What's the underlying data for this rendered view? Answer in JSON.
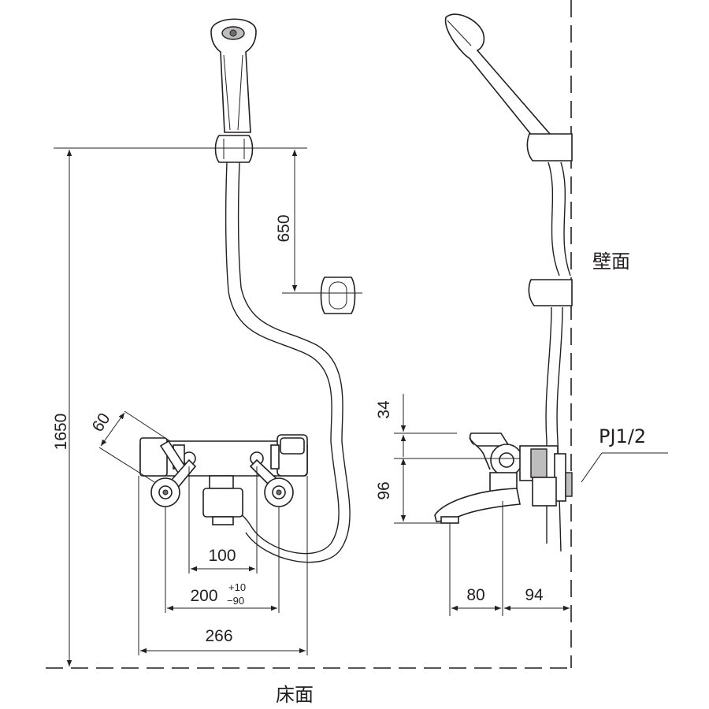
{
  "labels": {
    "wall": "壁面",
    "floor": "床面",
    "connection": "PJ1/2"
  },
  "dimensions": {
    "total_height": "1650",
    "slide_bar": "650",
    "handle_offset": "60",
    "valve_gap": "100",
    "center_distance": "200",
    "tolerance_plus": "+10",
    "tolerance_minus": "−90",
    "overall_width": "266",
    "top_height": "34",
    "spout_height": "96",
    "spout_reach": "80",
    "wall_depth": "94"
  }
}
